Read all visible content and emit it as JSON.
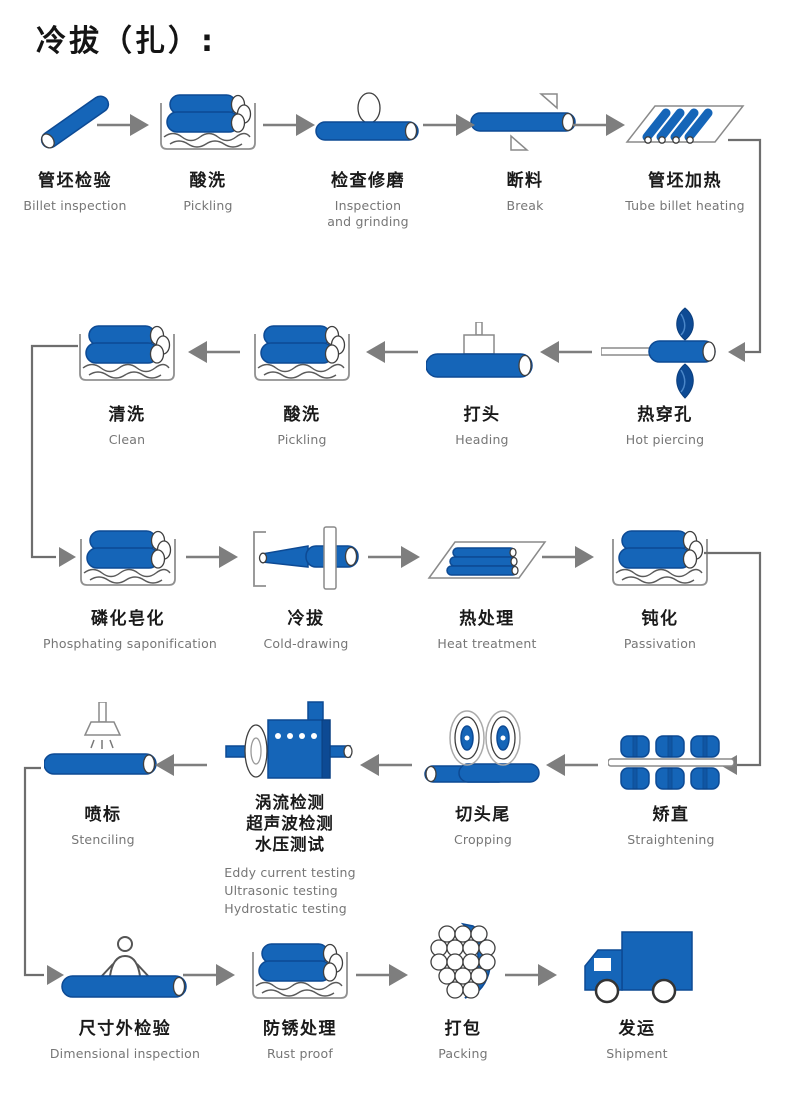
{
  "title": "冷拔（扎）:",
  "colors": {
    "tube_blue": "#1565b8",
    "tube_dark": "#0d4a94",
    "arrow_gray": "#7e7e7e",
    "line_gray": "#6e6e6e",
    "outline_gray": "#909090",
    "label_color": "#1a1a1a",
    "sublabel_color": "#767676"
  },
  "stations": {
    "billet_inspection": {
      "cn": "管坯检验",
      "en": "Billet inspection"
    },
    "pickling_1": {
      "cn": "酸洗",
      "en": "Pickling"
    },
    "inspection_grinding": {
      "cn": "检查修磨",
      "en_lines": [
        "Inspection",
        "and grinding"
      ]
    },
    "break": {
      "cn": "断料",
      "en": "Break"
    },
    "tube_billet_heating": {
      "cn": "管坯加热",
      "en": "Tube billet heating"
    },
    "hot_piercing": {
      "cn": "热穿孔",
      "en": "Hot piercing"
    },
    "heading": {
      "cn": "打头",
      "en": "Heading"
    },
    "pickling_2": {
      "cn": "酸洗",
      "en": "Pickling"
    },
    "clean": {
      "cn": "清洗",
      "en": "Clean"
    },
    "phosphating_saponification": {
      "cn": "磷化皂化",
      "en": "Phosphating saponification"
    },
    "cold_drawing": {
      "cn": "冷拔",
      "en": "Cold-drawing"
    },
    "heat_treatment": {
      "cn": "热处理",
      "en": "Heat treatment"
    },
    "passivation": {
      "cn": "钝化",
      "en": "Passivation"
    },
    "straightening": {
      "cn": "矫直",
      "en": "Straightening"
    },
    "cropping": {
      "cn": "切头尾",
      "en": "Cropping"
    },
    "testing": {
      "cn_lines": [
        "涡流检测",
        "超声波检测",
        "水压测试"
      ],
      "en_lines": [
        "Eddy current testing",
        "Ultrasonic testing",
        "Hydrostatic testing"
      ]
    },
    "stenciling": {
      "cn": "喷标",
      "en": "Stenciling"
    },
    "dimensional_inspection": {
      "cn": "尺寸外检验",
      "en": "Dimensional inspection"
    },
    "rust_proof": {
      "cn": "防锈处理",
      "en": "Rust proof"
    },
    "packing": {
      "cn": "打包",
      "en": "Packing"
    },
    "shipment": {
      "cn": "发运",
      "en": "Shipment"
    }
  },
  "flow": {
    "rows": [
      {
        "direction": "left-to-right",
        "stations": [
          "billet_inspection",
          "pickling_1",
          "inspection_grinding",
          "break",
          "tube_billet_heating"
        ]
      },
      {
        "direction": "right-to-left",
        "stations": [
          "hot_piercing",
          "heading",
          "pickling_2",
          "clean"
        ]
      },
      {
        "direction": "left-to-right",
        "stations": [
          "phosphating_saponification",
          "cold_drawing",
          "heat_treatment",
          "passivation"
        ]
      },
      {
        "direction": "right-to-left",
        "stations": [
          "straightening",
          "cropping",
          "testing",
          "stenciling"
        ]
      },
      {
        "direction": "left-to-right",
        "stations": [
          "dimensional_inspection",
          "rust_proof",
          "packing",
          "shipment"
        ]
      }
    ]
  }
}
